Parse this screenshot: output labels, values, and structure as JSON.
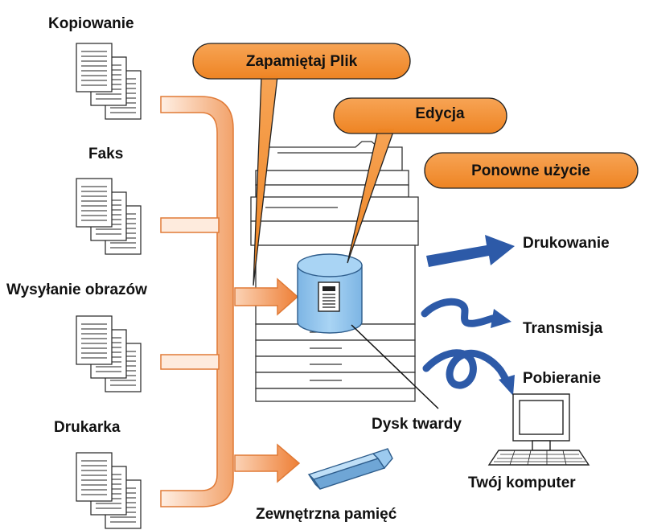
{
  "sources": [
    {
      "label": "Kopiowanie"
    },
    {
      "label": "Faks"
    },
    {
      "label": "Wysyłanie obrazów"
    },
    {
      "label": "Drukarka"
    }
  ],
  "callouts": {
    "store": "Zapamiętaj Plik",
    "edit": "Edycja",
    "reuse": "Ponowne użycie"
  },
  "storage": {
    "hdd": "Dysk twardy",
    "external": "Zewnętrzna pamięć"
  },
  "outputs": {
    "print": "Drukowanie",
    "transmit": "Transmisja",
    "download": "Pobieranie",
    "computer": "Twój komputer"
  },
  "colors": {
    "callout_fill": "#F08C2E",
    "flow_gradient_start": "#FFE8D8",
    "flow_gradient_end": "#F2A26A",
    "hdd_fill": "#8EC3EC",
    "arrow_blue": "#2D5AA8"
  }
}
